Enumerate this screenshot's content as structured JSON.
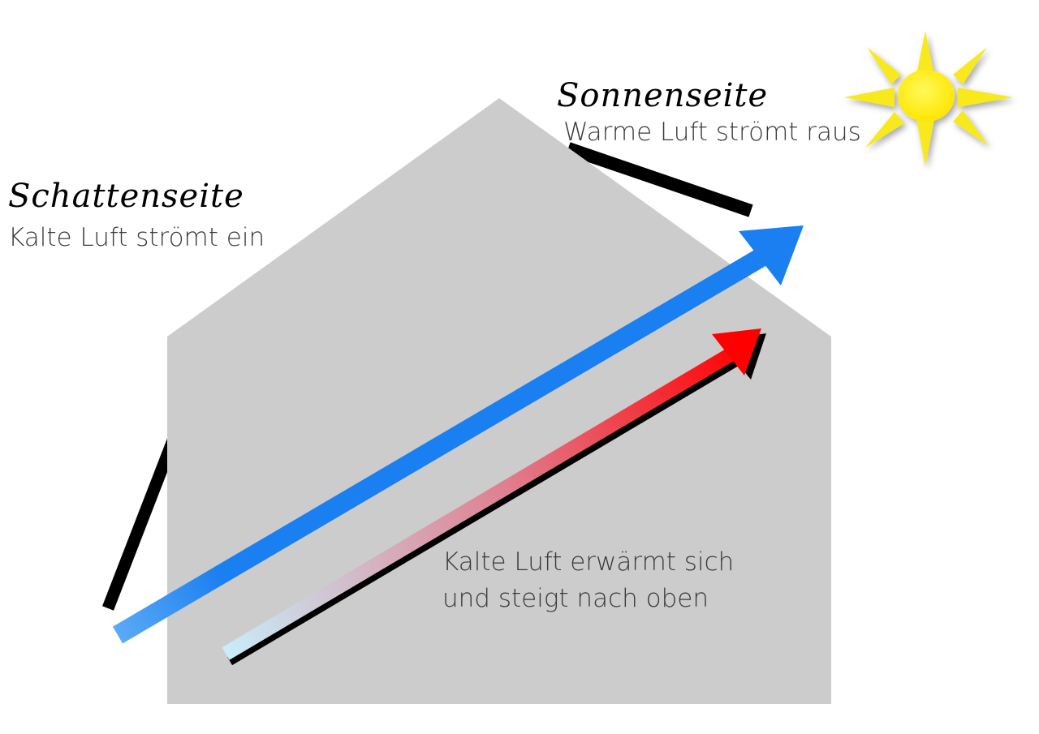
{
  "shade_side": {
    "title": "Schattenseite",
    "caption": "Kalte Luft strömt ein"
  },
  "sun_side": {
    "title": "Sonnenseite",
    "caption": "Warme Luft strömt raus"
  },
  "warm_air": {
    "caption_line1": "Kalte Luft erwärmt sich",
    "caption_line2": "und steigt nach  oben"
  },
  "colors": {
    "house": "#cccccc",
    "window": "#000000",
    "cold_arrow": "#1a7ff0",
    "cold_arrow_tail": "#5aaaf5",
    "warm_arrow_head": "#ff0000",
    "warm_arrow_tail": "#c8ecf8",
    "sun_core": "#ffee00",
    "sun_ray": "#f7e91a",
    "text": "#3a3a3a"
  },
  "icons": {
    "sun": "sun-icon"
  }
}
